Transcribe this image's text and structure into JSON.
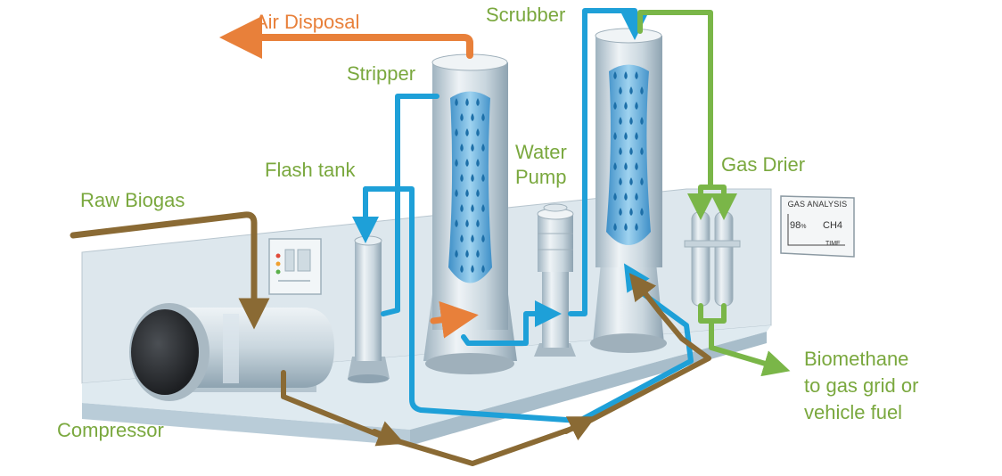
{
  "labels": {
    "air_disposal": "Air Disposal",
    "scrubber": "Scrubber",
    "stripper": "Stripper",
    "water_pump_line1": "Water",
    "water_pump_line2": "Pump",
    "flash_tank": "Flash tank",
    "gas_drier": "Gas Drier",
    "raw_biogas": "Raw Biogas",
    "compressor": "Compressor",
    "biomethane_line1": "Biomethane",
    "biomethane_line2": "to gas grid or",
    "biomethane_line3": "vehicle fuel"
  },
  "gas_analysis": {
    "title": "GAS ANALYSIS",
    "percent_value": "98",
    "percent_unit": "%",
    "gas": "CH4",
    "axis": "TIME"
  },
  "colors": {
    "label_green": "#7aa83e",
    "air_orange": "#e8803a",
    "water_blue": "#1ea0d8",
    "biogas_brown": "#8a6a34",
    "biomethane_green": "#7ab648",
    "steel": "#c9d6de",
    "floor": "#d8e6ee",
    "wall": "#dfe8ee"
  }
}
